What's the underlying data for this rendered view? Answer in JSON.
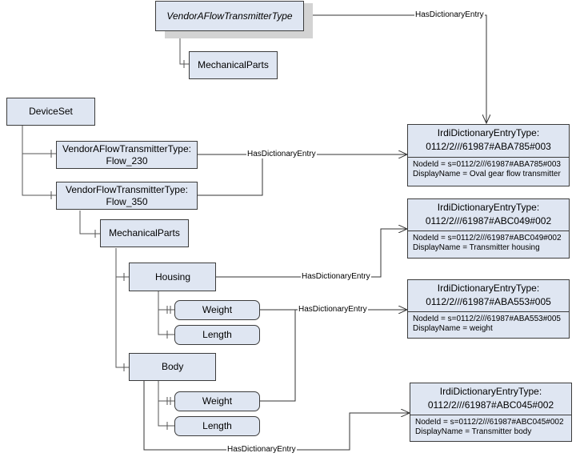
{
  "nodes": {
    "vendor_type": "VendorAFlowTransmitterType",
    "vendor_type_mechanical_parts": "MechanicalParts",
    "device_set": "DeviceSet",
    "flow230": {
      "line1": "VendorAFlowTransmitterType:",
      "line2": "Flow_230"
    },
    "flow350": {
      "line1": "VendorFlowTransmitterType:",
      "line2": "Flow_350"
    },
    "mechanical_parts": "MechanicalParts",
    "housing": "Housing",
    "housing_weight": "Weight",
    "housing_length": "Length",
    "body": "Body",
    "body_weight": "Weight",
    "body_length": "Length"
  },
  "reference_label": "HasDictionaryEntry",
  "dictionary_entries": [
    {
      "type": "IrdiDictionaryEntryType:",
      "id": "0112/2///61987#ABA785#003",
      "node_id": "NodeId = s=0112/2///61987#ABA785#003",
      "display_name": "DisplayName = Oval gear flow transmitter"
    },
    {
      "type": "IrdiDictionaryEntryType:",
      "id": "0112/2///61987#ABC049#002",
      "node_id": "NodeId = s=0112/2///61987#ABC049#002",
      "display_name": "DisplayName = Transmitter housing"
    },
    {
      "type": "IrdiDictionaryEntryType:",
      "id": "0112/2///61987#ABA553#005",
      "node_id": "NodeId = s=0112/2///61987#ABA553#005",
      "display_name": "DisplayName = weight"
    },
    {
      "type": "IrdiDictionaryEntryType:",
      "id": "0112/2///61987#ABC045#002",
      "node_id": "NodeId = s=0112/2///61987#ABC045#002",
      "display_name": "DisplayName = Transmitter body"
    }
  ]
}
